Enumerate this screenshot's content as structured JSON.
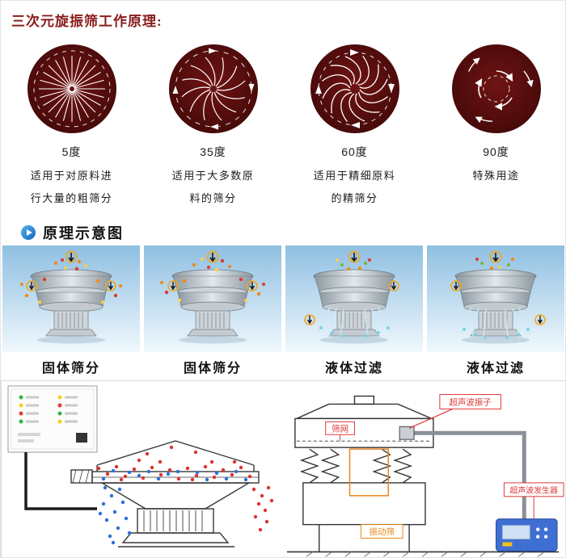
{
  "page": {
    "title": "三次元旋振筛工作原理:"
  },
  "angles": [
    {
      "degree": "5度",
      "line1": "适用于对原料进",
      "line2": "行大量的粗筛分"
    },
    {
      "degree": "35度",
      "line1": "适用于大多数原",
      "line2": "料的筛分"
    },
    {
      "degree": "60度",
      "line1": "适用于精细原料",
      "line2": "的精筛分"
    },
    {
      "degree": "90度",
      "line1": "特殊用途",
      "line2": ""
    }
  ],
  "schematic": {
    "header": "原理示意图",
    "labels": [
      "固体筛分",
      "固体筛分",
      "液体过滤",
      "液体过滤"
    ]
  },
  "tech": {
    "transducer": "超声波振子",
    "mesh": "筛网",
    "vibrator": "振动筛",
    "generator": "超声波发生器"
  },
  "colors": {
    "title_red": "#8a1c1c",
    "circle_maroon": "#4f0c0c",
    "label_red": "#e03a3a",
    "label_orange": "#e8871e",
    "device_blue": "#3f6fd3"
  }
}
